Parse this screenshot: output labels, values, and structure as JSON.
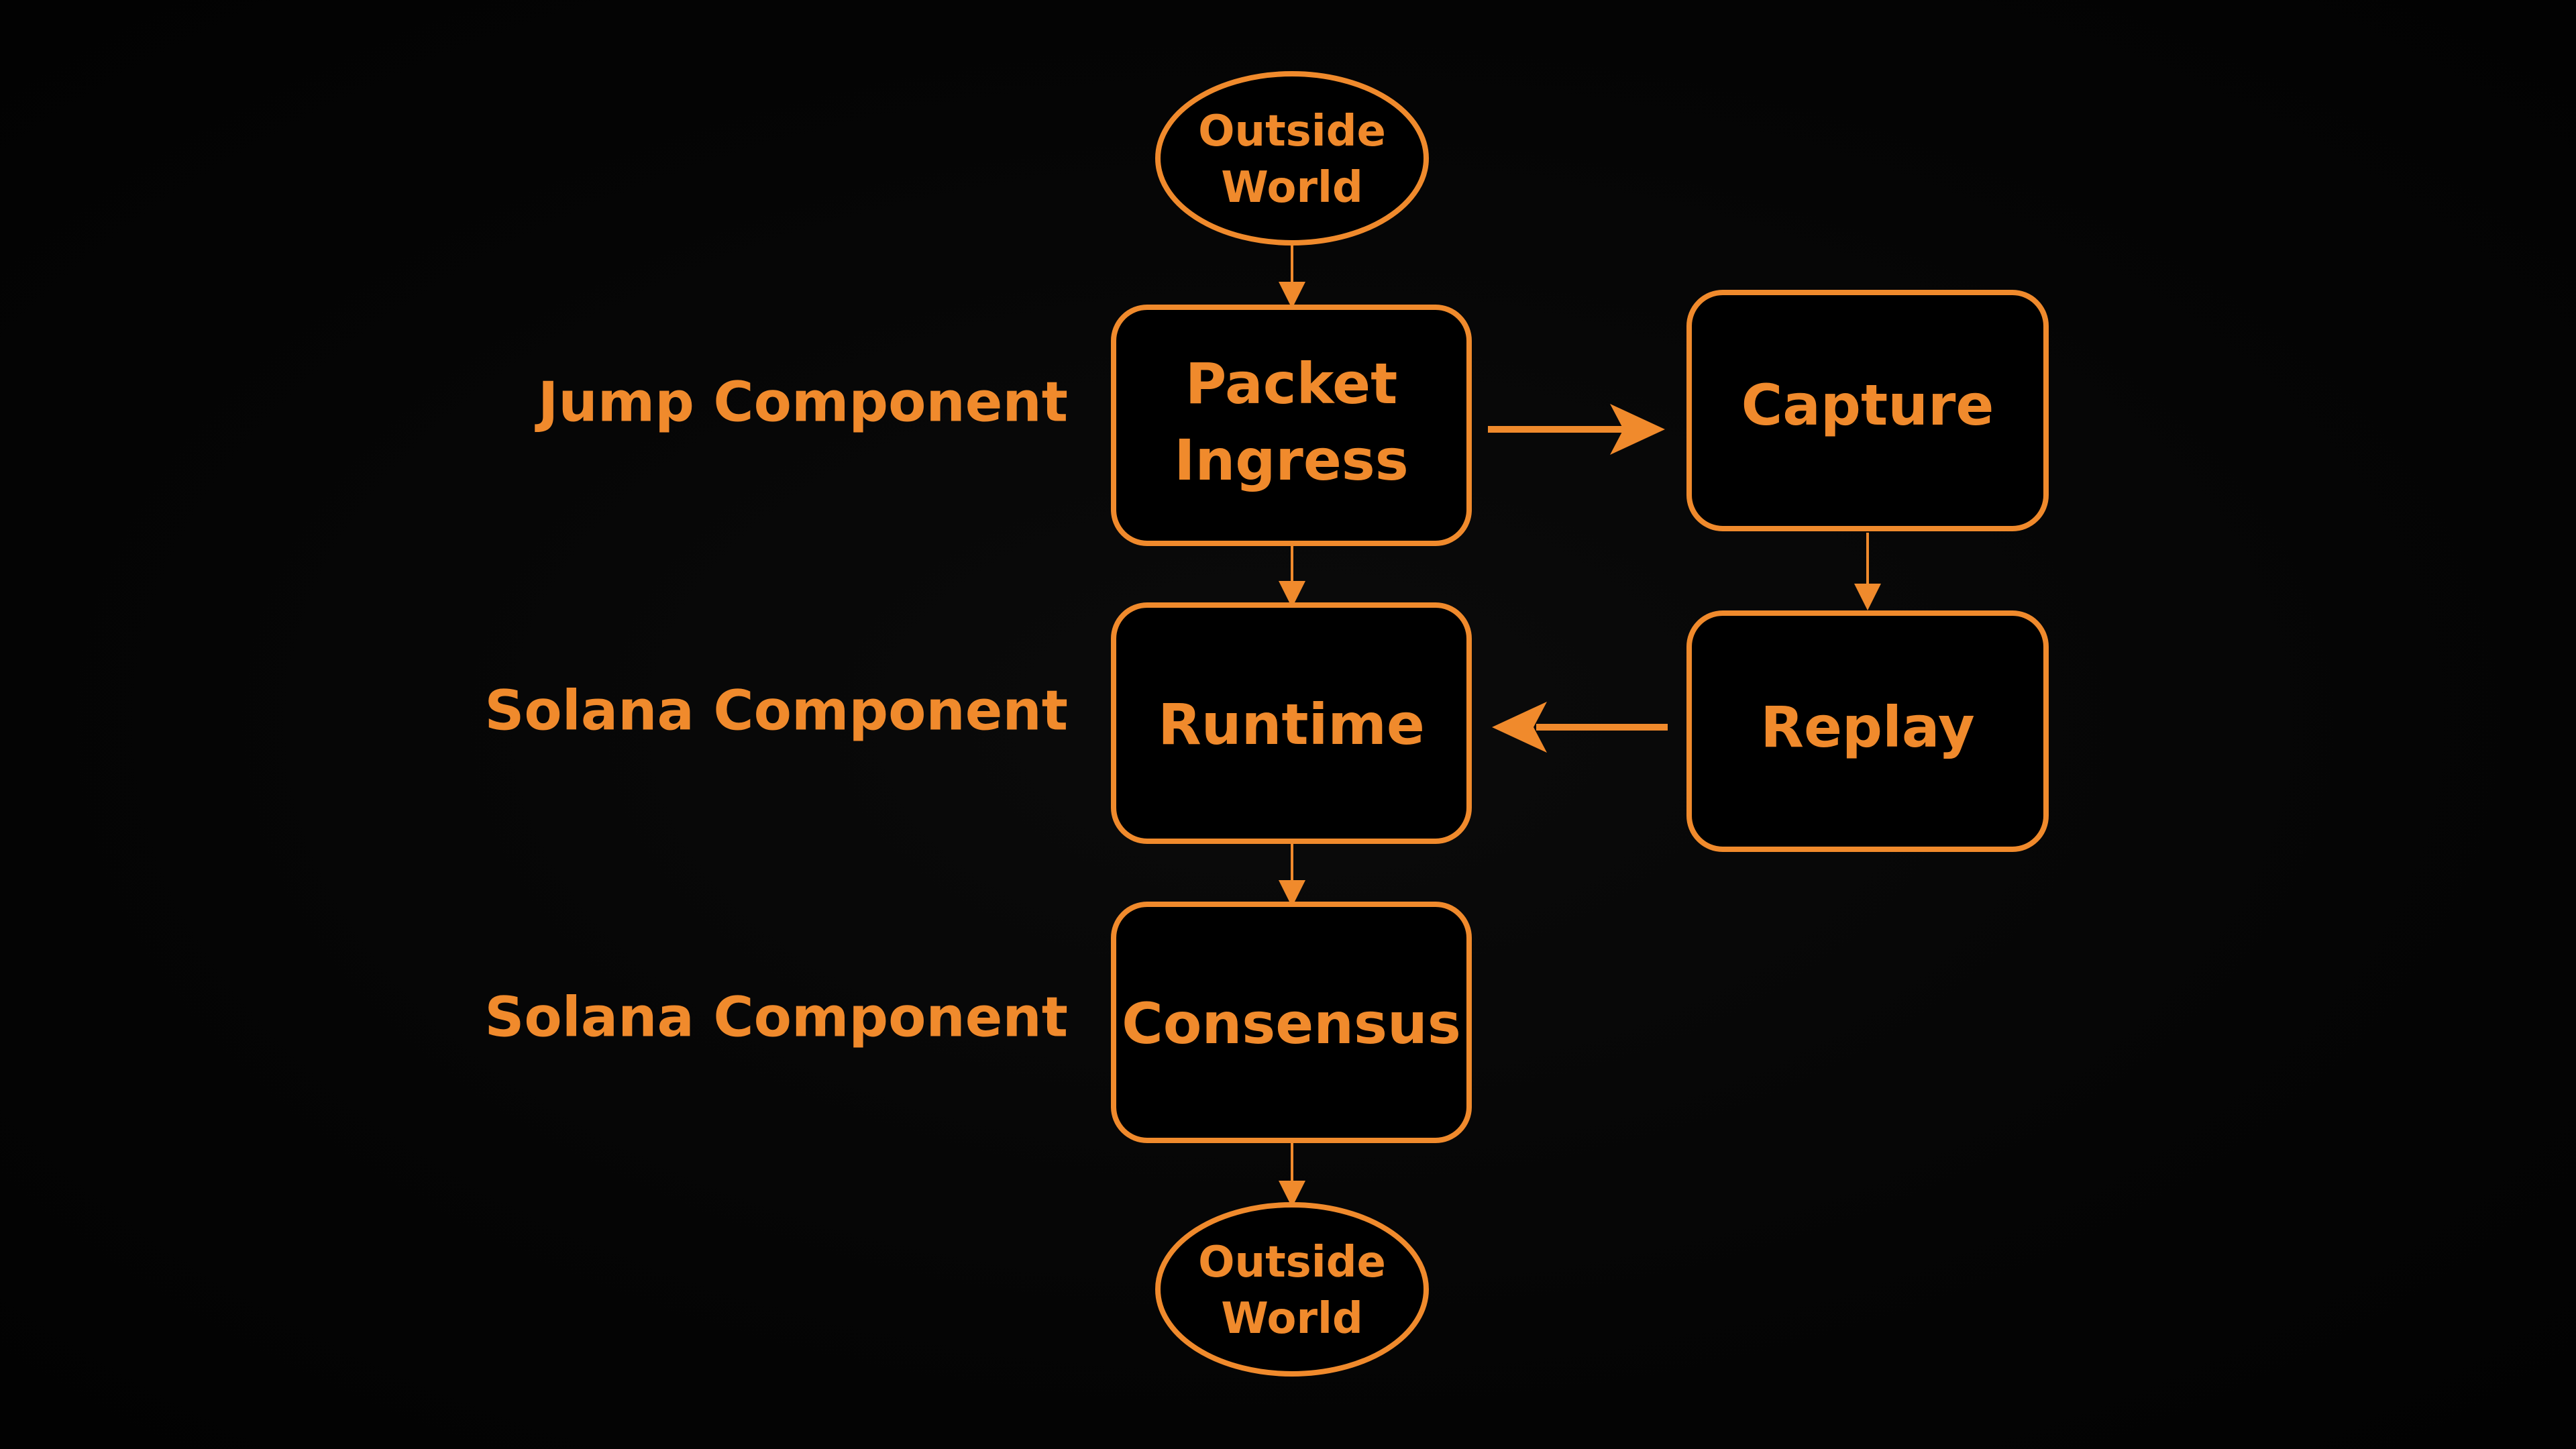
{
  "colors": {
    "accent": "#f08a2c",
    "background": "#000000"
  },
  "labels": {
    "jump": "Jump Component",
    "solana_runtime": "Solana Component",
    "solana_consensus": "Solana Component"
  },
  "nodes": {
    "outside_top": [
      "Outside",
      "World"
    ],
    "packet_ingress": [
      "Packet",
      "Ingress"
    ],
    "capture": "Capture",
    "replay": "Replay",
    "runtime": "Runtime",
    "consensus": "Consensus",
    "outside_bottom": [
      "Outside",
      "World"
    ]
  }
}
